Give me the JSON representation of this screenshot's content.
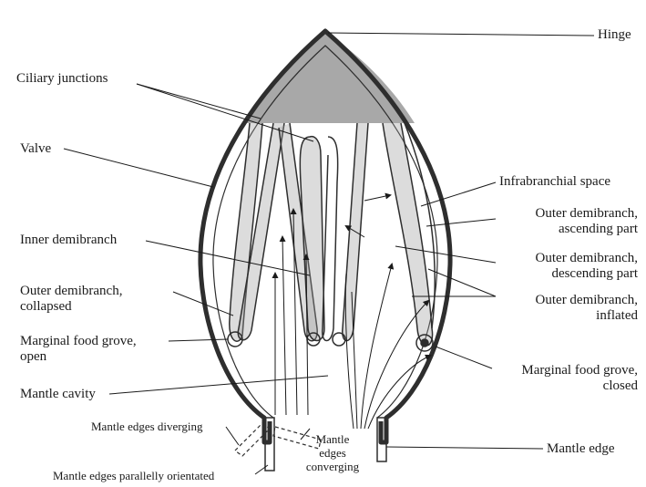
{
  "colors": {
    "shell": "#2e2e2e",
    "hinge_fill": "#a8a8a8",
    "gill": "#9a9a9a",
    "ink": "#1a1a1a"
  },
  "labels": {
    "hinge": "Hinge",
    "ciliary_junctions": "Ciliary junctions",
    "valve": "Valve",
    "infrabranchial_space": "Infrabranchial space",
    "outer_demibranch_ascending": "Outer demibranch,\nascending part",
    "inner_demibranch": "Inner demibranch",
    "outer_demibranch_descending": "Outer demibranch,\ndescending part",
    "outer_demibranch_collapsed": "Outer demibranch,\ncollapsed",
    "outer_demibranch_inflated": "Outer demibranch,\ninflated",
    "marginal_food_grove_open": "Marginal food grove,\nopen",
    "marginal_food_grove_closed": "Marginal food grove,\nclosed",
    "mantle_cavity": "Mantle cavity",
    "mantle_edges_diverging": "Mantle edges diverging",
    "mantle_edges_converging": "Mantle\nedges\nconverging",
    "mantle_edge": "Mantle edge",
    "mantle_edges_parallel": "Mantle edges parallelly orientated"
  }
}
